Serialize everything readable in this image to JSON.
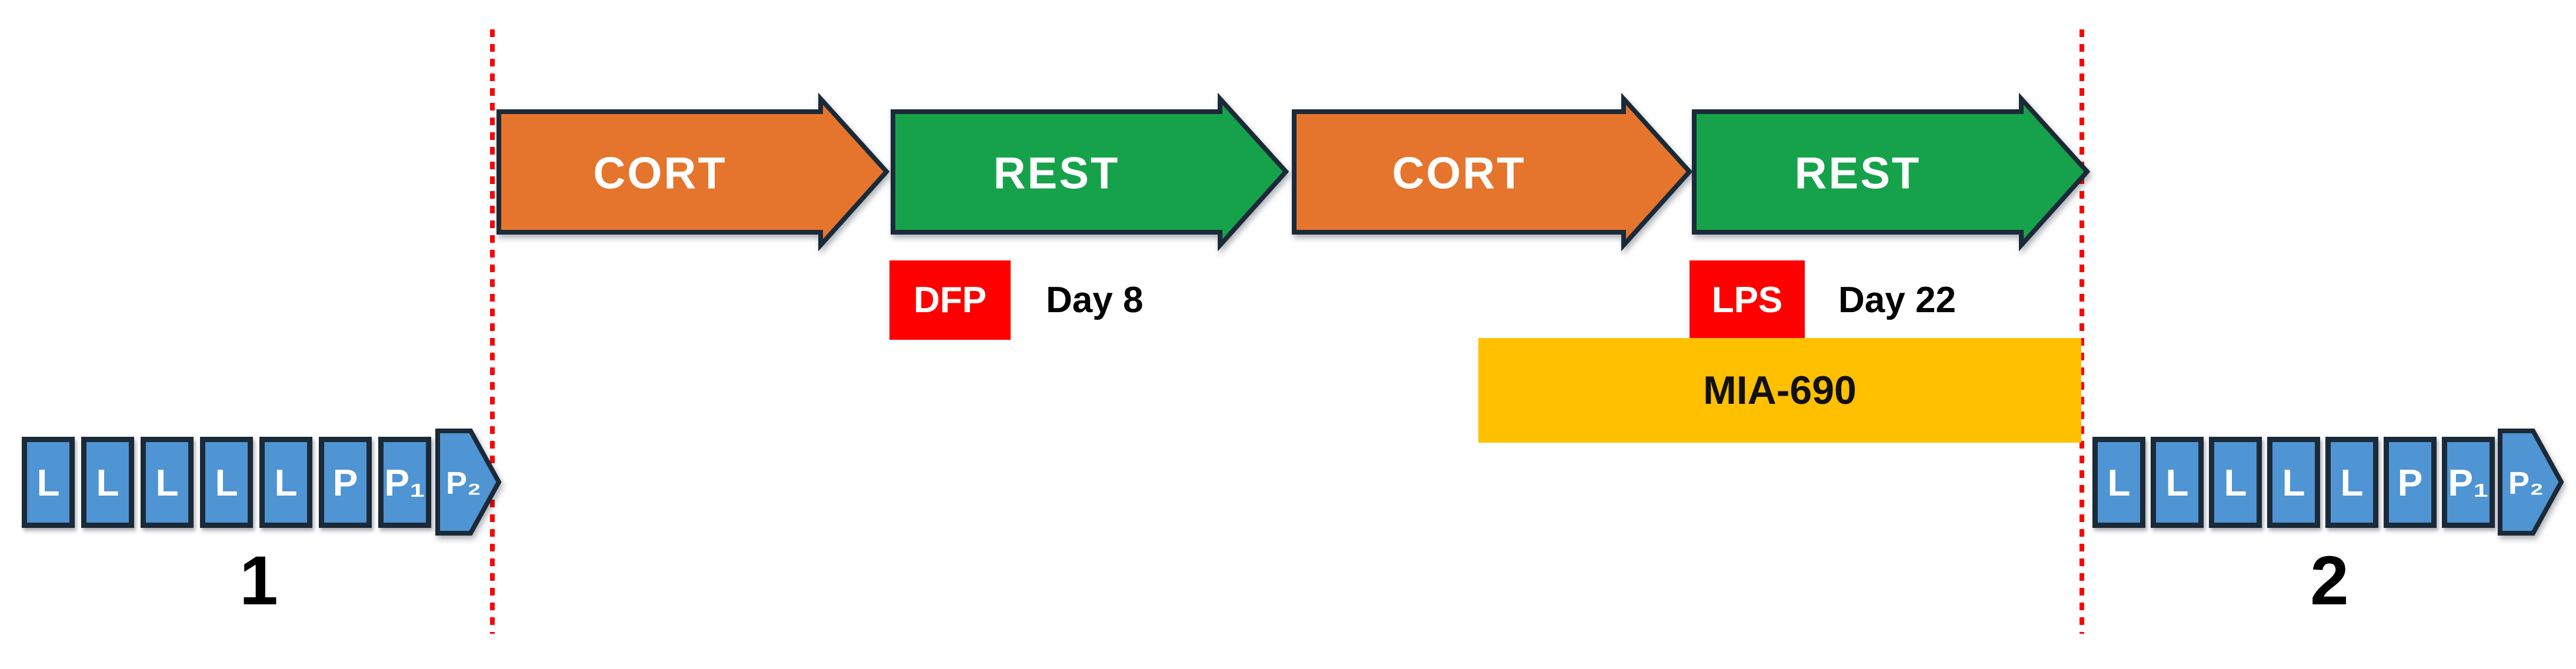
{
  "diagram": {
    "description": "Experimental timeline with CORT and REST phases between two phase boundaries, injection markers, MIA-690 treatment bar, and behavioural session sequences"
  },
  "timeline": {
    "arrows": [
      {
        "label": "CORT",
        "color": "#E5752D"
      },
      {
        "label": "REST",
        "color": "#16A24B"
      },
      {
        "label": "CORT",
        "color": "#E5752D"
      },
      {
        "label": "REST",
        "color": "#16A24B"
      }
    ]
  },
  "injections": [
    {
      "label": "DFP",
      "day": "Day 8"
    },
    {
      "label": "LPS",
      "day": "Day 22"
    }
  ],
  "treatment": {
    "label": "MIA-690",
    "color": "#FFC000"
  },
  "sequence_left": {
    "number": "1",
    "items": [
      "L",
      "L",
      "L",
      "L",
      "L",
      "P",
      "P₁",
      "P₂"
    ]
  },
  "sequence_right": {
    "number": "2",
    "items": [
      "L",
      "L",
      "L",
      "L",
      "L",
      "P",
      "P₁",
      "P₂"
    ]
  },
  "colors": {
    "orange_arrow": "#E5752D",
    "green_arrow": "#16A24B",
    "blue_box": "#4F94D3",
    "dark_outline": "#1B2A38",
    "treatment_bar": "#FFC000",
    "marker_red": "#FF0000",
    "boundary_line": "#FF0000",
    "background": "#FFFFFF"
  }
}
